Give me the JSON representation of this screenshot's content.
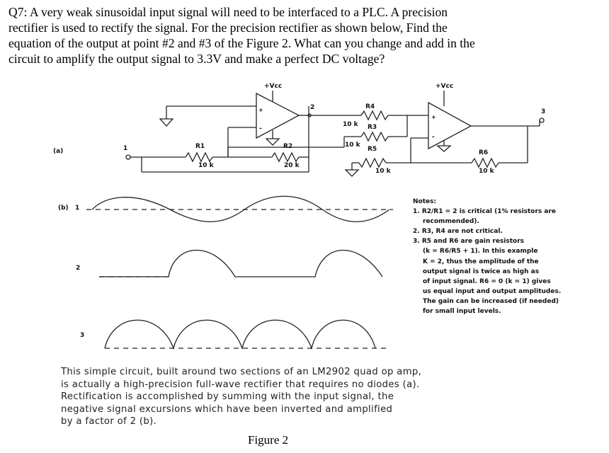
{
  "question": {
    "lines": [
      "Q7: A very weak sinusoidal input signal will need to be interfaced to a PLC. A precision",
      "rectifier is used to rectify the signal. For the precision rectifier as shown below, Find the",
      "equation of the output at point #2 and #3 of the Figure 2. What can you change and add in the",
      "circuit to amplify the output signal to 3.3V and make a perfect DC voltage?"
    ]
  },
  "schematic": {
    "part_label": "(a)",
    "supply_1": "+Vcc",
    "supply_2": "+Vcc",
    "node_1": "1",
    "node_2": "2",
    "node_3": "3",
    "r1_name": "R1",
    "r1_value": "10 k",
    "r2_name": "R2",
    "r2_value": "20 k",
    "r3_name": "R3",
    "r3_value": "10 k",
    "r4_name": "R4",
    "r4_value": "10 k",
    "r5_name": "R5",
    "r5_value": "10 k",
    "r6_name": "R6",
    "r6_value": "10 k",
    "plus_sign": "+",
    "minus_sign": "-"
  },
  "waveforms": {
    "part_label": "(b)",
    "label_1": "1",
    "label_2": "2",
    "label_3": "3"
  },
  "notes": {
    "title": "Notes:",
    "lines": [
      "1. R2/R1 = 2 is critical (1% resistors are",
      "recommended).",
      "2. R3, R4 are not critical.",
      "3. R5 and R6 are gain resistors",
      "(k = R6/R5 + 1). In this example",
      "K = 2, thus the amplitude of the",
      "output signal is twice as high as",
      "of input signal. R6 = 0 (k = 1) gives",
      "us equal input and output amplitudes.",
      "The gain can be increased (if needed)",
      "for small input levels."
    ]
  },
  "description": {
    "lines": [
      "This simple circuit, built around two sections of an LM2902 quad op amp,",
      "is actually a high-precision full-wave rectifier that requires no diodes (a).",
      "Rectification is accomplished by summing with the input signal, the",
      "negative signal excursions which have been inverted and amplified",
      "by a factor of 2 (b)."
    ]
  },
  "caption": "Figure 2"
}
